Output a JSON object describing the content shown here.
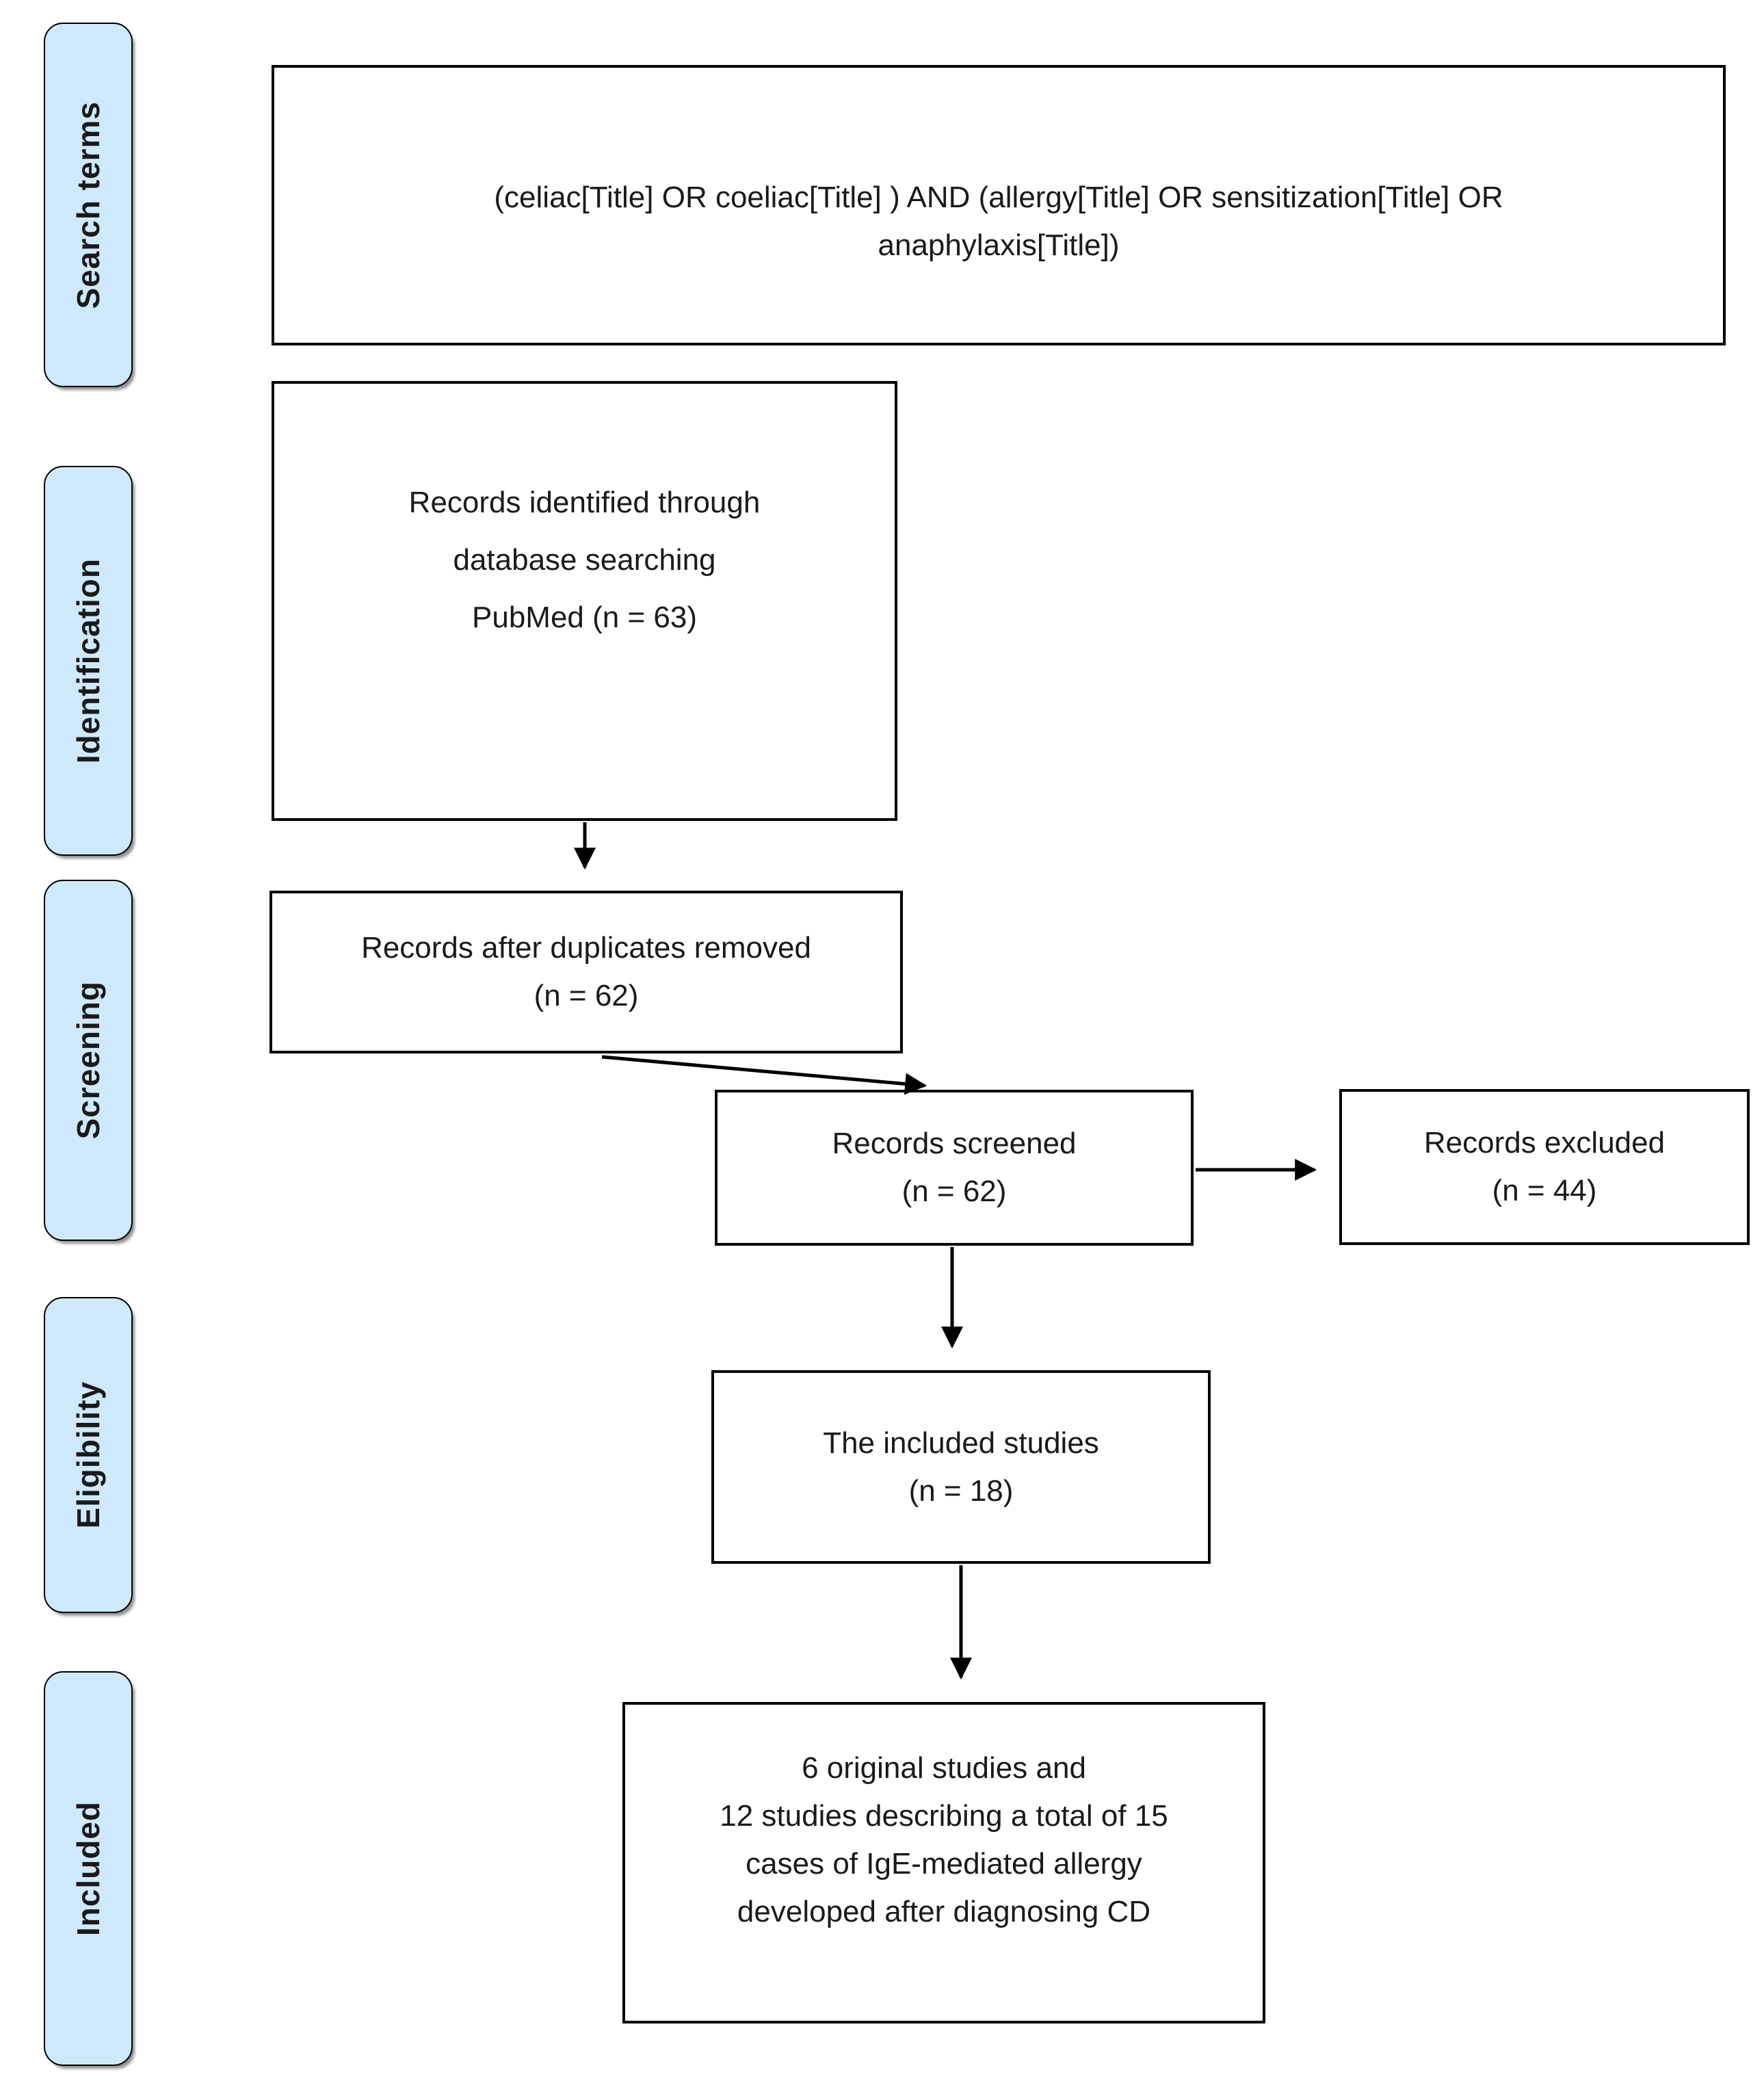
{
  "sidebar": {
    "items": [
      {
        "label": "Search terms"
      },
      {
        "label": "Identification"
      },
      {
        "label": "Screening"
      },
      {
        "label": "Eligibility"
      },
      {
        "label": "Included"
      }
    ]
  },
  "flow": {
    "search_terms_box": {
      "line1": "(celiac[Title]  OR coeliac[Title] ) AND (allergy[Title]  OR sensitization[Title] OR",
      "line2": "anaphylaxis[Title])"
    },
    "records_identified_box": {
      "line1": "Records identified through",
      "line2": "database searching",
      "line3": "PubMed (n = 63)"
    },
    "duplicates_removed_box": {
      "line1": "Records after duplicates removed",
      "line2": "(n = 62)"
    },
    "records_screened_box": {
      "line1": "Records screened",
      "line2": "(n = 62)"
    },
    "records_excluded_box": {
      "line1": "Records excluded",
      "line2": "(n = 44)"
    },
    "included_studies_box": {
      "line1": "The included studies",
      "line2": "(n = 18)"
    },
    "final_box": {
      "line1": "6 original studies and",
      "line2": "12 studies describing a total of 15",
      "line3": "cases of IgE-mediated allergy",
      "line4": "developed after diagnosing CD"
    }
  },
  "colors": {
    "sidebar_fill": "#cfe9fc",
    "box_border": "#000000",
    "text": "#1a1a1a",
    "background": "#ffffff",
    "shadow": "#8f8f8f"
  }
}
